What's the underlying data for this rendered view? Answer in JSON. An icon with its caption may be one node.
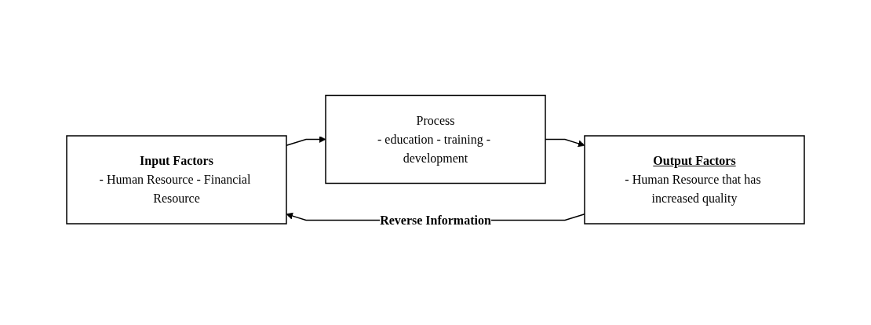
{
  "diagram": {
    "nodes": [
      {
        "text": [
          "Input Factors",
          "- Human Resource - Financial Resource"
        ]
      },
      {
        "text": [
          "Process",
          "- education - training - development"
        ]
      },
      {
        "text": [
          "Output Factors",
          "- Human Resource that has increased quality"
        ]
      }
    ],
    "edges": [
      {
        "from": 0,
        "to": 1,
        "arrow": "to"
      },
      {
        "from": 1,
        "to": 2,
        "arrow": "to"
      },
      {
        "from": 2,
        "to": 0,
        "arrow": "to",
        "label": "Reverse Information"
      }
    ]
  }
}
